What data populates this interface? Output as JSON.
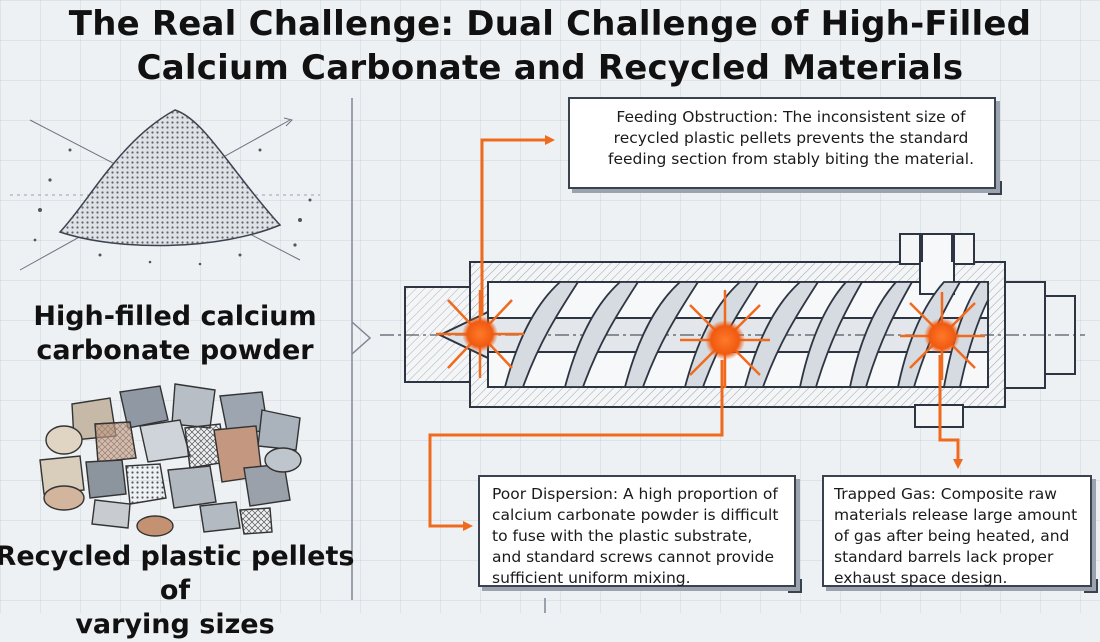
{
  "title": {
    "line1": "The Real Challenge: Dual Challenge of High-Filled",
    "line2": "Calcium Carbonate and Recycled Materials"
  },
  "left": {
    "powder_label_1": "High-filled calcium",
    "powder_label_2": "carbonate powder",
    "pellets_label_1": "Recycled plastic pellets of",
    "pellets_label_2": "varying sizes"
  },
  "callouts": {
    "feeding": "Feeding Obstruction: The inconsistent size of recycled plastic pellets prevents the standard feeding section from stably biting the material.",
    "dispersion": "Poor Dispersion: A high proportion of calcium carbonate powder is difficult to fuse with the plastic substrate, and standard screws cannot provide sufficient uniform mixing.",
    "gas": "Trapped Gas: Composite raw materials release large amount of gas after being heated, and standard barrels lack proper exhaust space design."
  },
  "colors": {
    "accent": "#f06a1e",
    "line": "#2e3542",
    "panel_bg": "#eef1f4"
  },
  "icons": [
    "powder-pile-illustration",
    "pellets-illustration",
    "extruder-screw-diagram",
    "burst-marker-icon"
  ]
}
